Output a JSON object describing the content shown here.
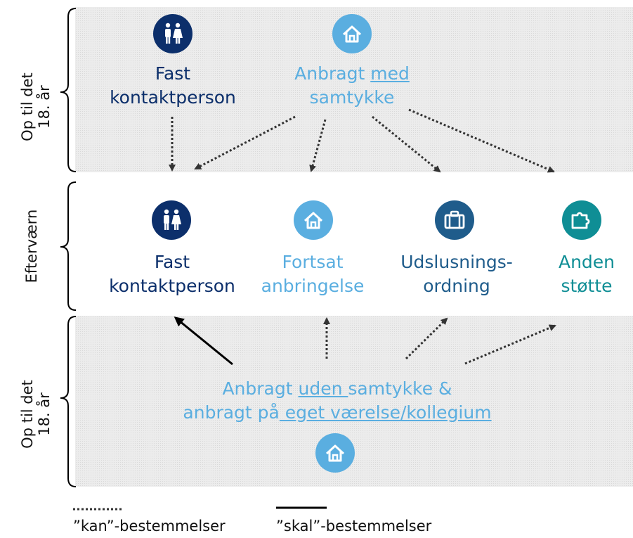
{
  "colors": {
    "dark_blue": "#0c2f6b",
    "light_blue": "#5aaee0",
    "steel_blue": "#1f5c8b",
    "teal": "#0f8e95"
  },
  "sections": {
    "top_label": "Op til det\n18. år",
    "middle_label": "Efterværn",
    "bottom_label": "Op til det\n18. år"
  },
  "top": {
    "contact": {
      "line1": "Fast",
      "line2": "kontaktperson",
      "icon": "people-icon"
    },
    "consent": {
      "line1_a": "Anbragt ",
      "line1_b": "med",
      "line2": "samtykke",
      "icon": "house-icon"
    }
  },
  "middle": {
    "contact": {
      "line1": "Fast",
      "line2": "kontaktperson",
      "icon": "people-icon"
    },
    "continued": {
      "line1": "Fortsat",
      "line2": "anbringelse",
      "icon": "house-icon"
    },
    "transition": {
      "line1": "Udslusnings-",
      "line2": "ordning",
      "icon": "briefcase-icon"
    },
    "other": {
      "line1": "Anden",
      "line2": "støtte",
      "icon": "puzzle-icon"
    }
  },
  "bottom": {
    "line1_a": "Anbragt ",
    "line1_b": "uden ",
    "line1_c": "samtykke &",
    "line2_a": "anbragt på",
    "line2_b": " eget værelse/kollegium",
    "icon": "house-icon"
  },
  "legend": {
    "kan": "”kan”-bestemmelser",
    "skal": "”skal”-bestemmelser"
  }
}
